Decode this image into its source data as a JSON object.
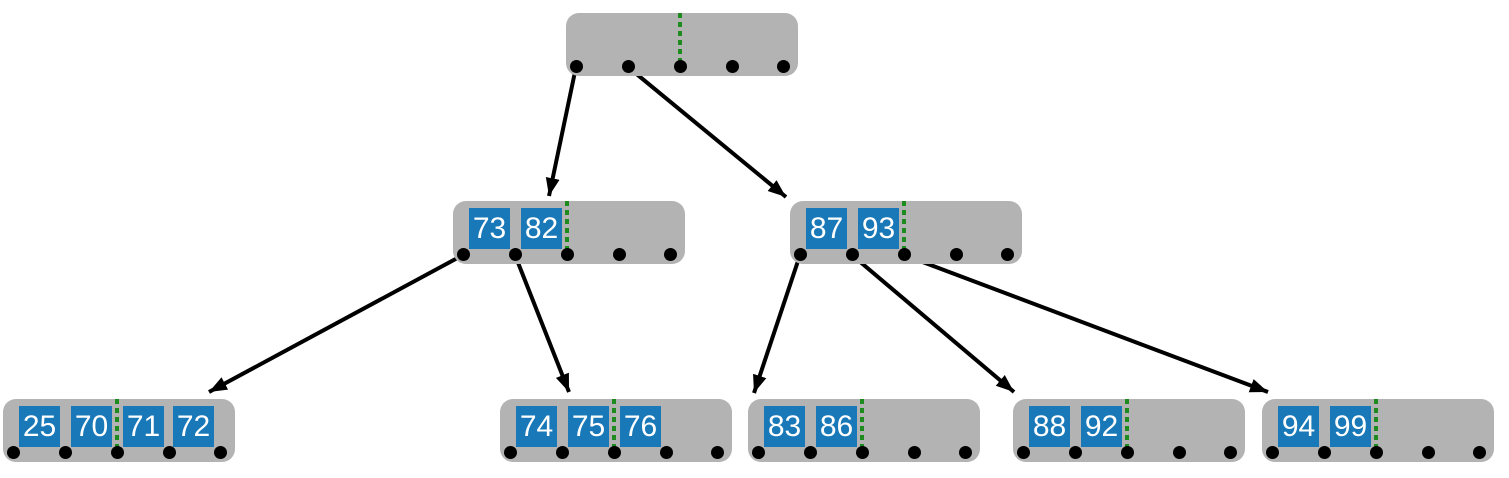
{
  "diagram": {
    "type": "b-tree",
    "slots_per_node": 4,
    "pointers_per_node": 5,
    "nodes": {
      "root": {
        "level": 0,
        "keys": []
      },
      "internal_left": {
        "level": 1,
        "keys": [
          "73",
          "82"
        ]
      },
      "internal_right": {
        "level": 1,
        "keys": [
          "87",
          "93"
        ]
      },
      "leaf_1": {
        "level": 2,
        "keys": [
          "25",
          "70",
          "71",
          "72"
        ]
      },
      "leaf_2": {
        "level": 2,
        "keys": [
          "74",
          "75",
          "76"
        ]
      },
      "leaf_3": {
        "level": 2,
        "keys": [
          "83",
          "86"
        ]
      },
      "leaf_4": {
        "level": 2,
        "keys": [
          "88",
          "92"
        ]
      },
      "leaf_5": {
        "level": 2,
        "keys": [
          "94",
          "99"
        ]
      }
    },
    "edges": [
      {
        "from": "root",
        "pointer": 1,
        "to": "internal_left"
      },
      {
        "from": "root",
        "pointer": 2,
        "to": "internal_right"
      },
      {
        "from": "internal_left",
        "pointer": 1,
        "to": "leaf_1"
      },
      {
        "from": "internal_left",
        "pointer": 2,
        "to": "leaf_2"
      },
      {
        "from": "internal_right",
        "pointer": 1,
        "to": "leaf_3"
      },
      {
        "from": "internal_right",
        "pointer": 2,
        "to": "leaf_4"
      },
      {
        "from": "internal_right",
        "pointer": 3,
        "to": "leaf_5"
      }
    ],
    "colors": {
      "node_fill": "#b3b3b3",
      "key_fill": "#1878b8",
      "key_text": "#ffffff",
      "pointer_dot": "#000000",
      "split_marker": "#1e8b1e",
      "edge": "#000000",
      "background": "#ffffff"
    }
  }
}
